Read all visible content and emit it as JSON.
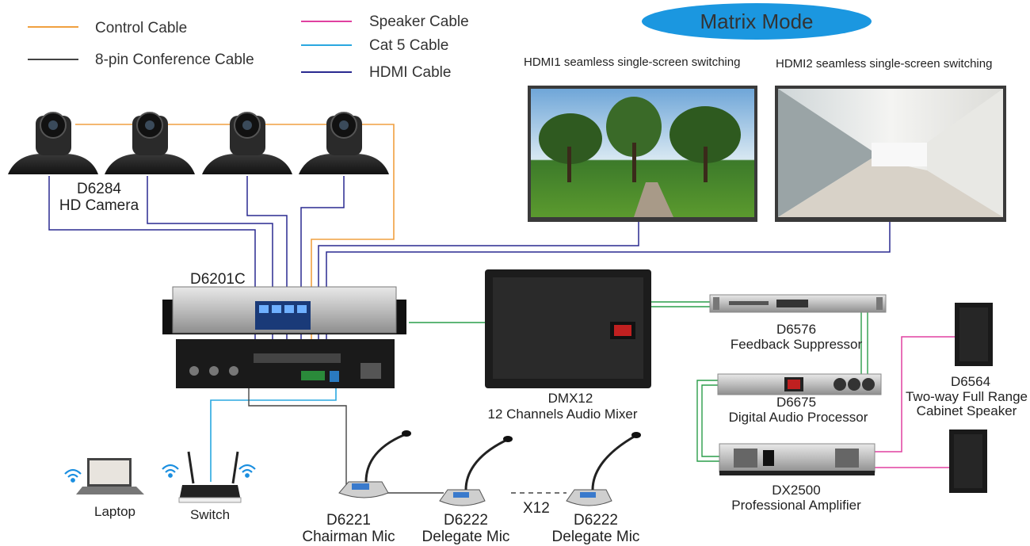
{
  "legend": {
    "control": {
      "label": "Control Cable",
      "color": "#f0a040"
    },
    "conference": {
      "label": "8-pin Conference Cable",
      "color": "#444444"
    },
    "speaker": {
      "label": "Speaker  Cable",
      "color": "#e040a0"
    },
    "cat5": {
      "label": "Cat 5 Cable",
      "color": "#2aa8e0"
    },
    "hdmi": {
      "label": "HDMI Cable",
      "color": "#2a2a90"
    }
  },
  "audio_line_color": "#2a9d4a",
  "mode_title": "Matrix Mode",
  "screens": {
    "hdmi1": "HDMI1 seamless single-screen switching",
    "hdmi2": "HDMI2 seamless single-screen switching"
  },
  "devices": {
    "camera": {
      "model": "D6284",
      "name": "HD Camera"
    },
    "host": {
      "model": "D6201C"
    },
    "mixer": {
      "model": "DMX12",
      "name": "12 Channels Audio Mixer"
    },
    "suppressor": {
      "model": "D6576",
      "name": "Feedback Suppressor"
    },
    "processor": {
      "model": "D6675",
      "name": "Digital Audio Processor"
    },
    "amplifier": {
      "model": "DX2500",
      "name": "Professional Amplifier"
    },
    "speaker": {
      "model": "D6564",
      "name_line1": "Two-way Full Range",
      "name_line2": "Cabinet Speaker"
    },
    "chairman": {
      "model": "D6221",
      "name": "Chairman Mic"
    },
    "delegate1": {
      "model": "D6222",
      "name": "Delegate Mic"
    },
    "delegate2": {
      "model": "D6222",
      "name": "Delegate Mic"
    },
    "laptop": {
      "name": "Laptop"
    },
    "switch": {
      "name": "Switch"
    }
  },
  "multiplier": "X12"
}
